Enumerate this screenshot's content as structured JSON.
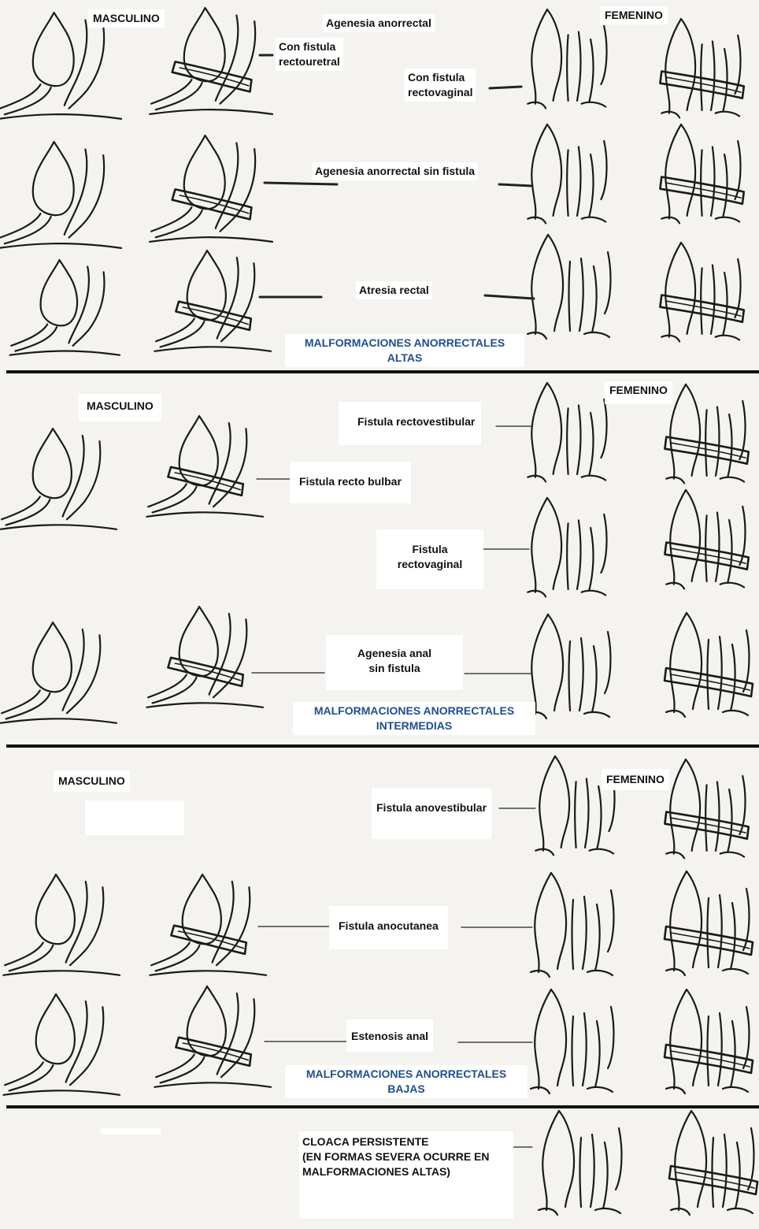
{
  "sections": [
    {
      "masculino": "MASCULINO",
      "femenino": "FEMENINO",
      "top_label": "Agenesia anorrectal",
      "labels": [
        "Con fistula\nrectouretral",
        "Con fistula\nrectovaginal",
        "Agenesia anorrectal sin fistula",
        "Atresia rectal"
      ],
      "title": "MALFORMACIONES ANORRECTALES\nALTAS"
    },
    {
      "masculino": "MASCULINO",
      "femenino": "FEMENINO",
      "labels": [
        "Fistula rectovestibular",
        "Fistula recto bulbar",
        "Fistula\nrectovaginal",
        "Agenesia anal\nsin fistula"
      ],
      "title": "MALFORMACIONES ANORRECTALES\nINTERMEDIAS"
    },
    {
      "masculino": "MASCULINO",
      "femenino": "FEMENINO",
      "labels": [
        "Fistula anovestibular",
        "Fistula anocutanea",
        "Estenosis anal"
      ],
      "title": "MALFORMACIONES ANORRECTALES\nBAJAS"
    },
    {
      "labels": [
        "CLOACA PERSISTENTE\n(EN FORMAS SEVERA OCURRE EN\nMALFORMACIONES ALTAS)"
      ]
    }
  ]
}
